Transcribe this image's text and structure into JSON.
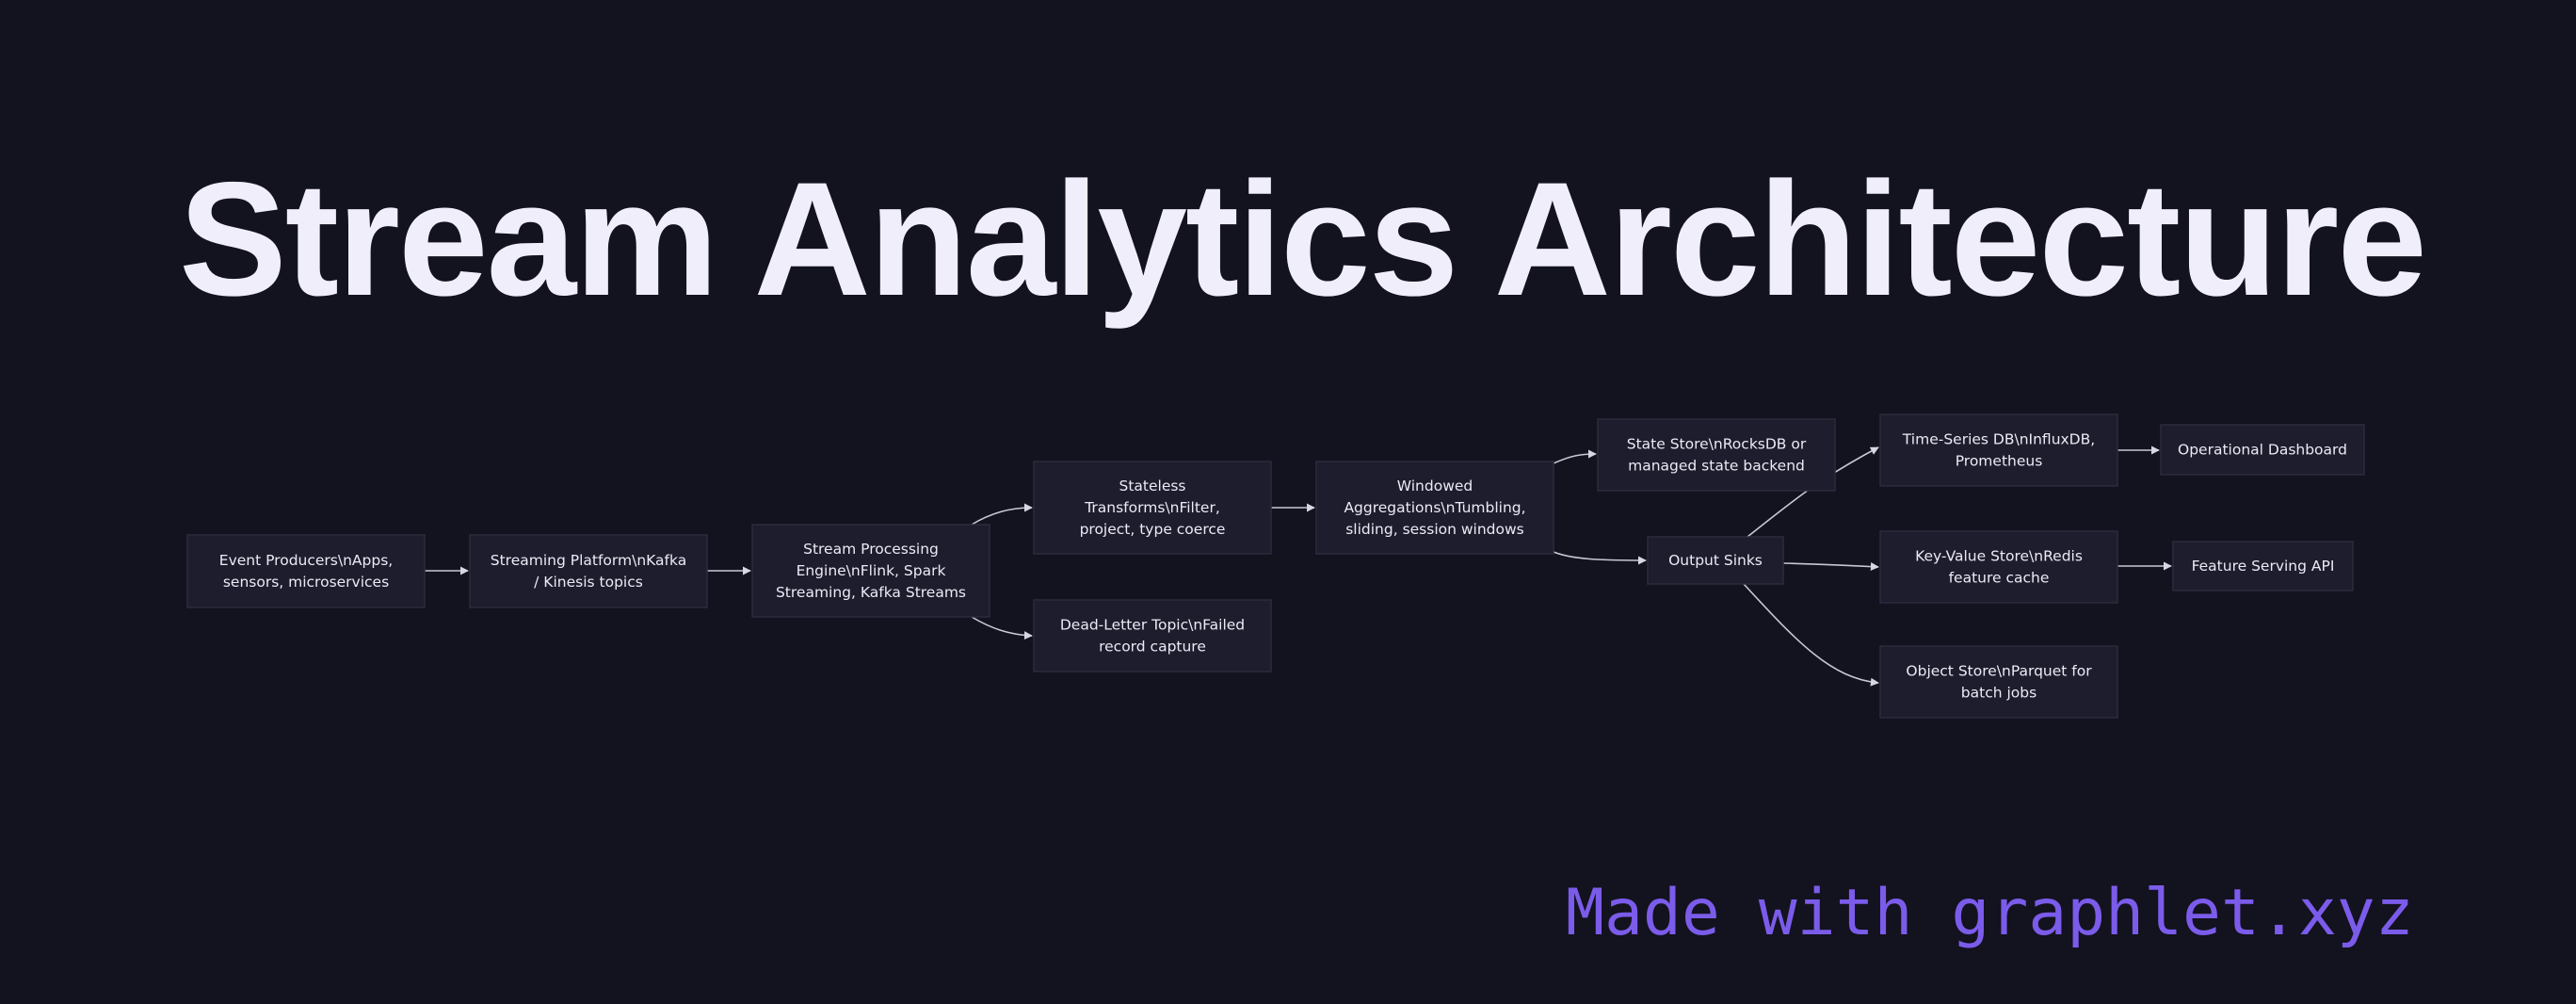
{
  "title": "Stream Analytics Architecture",
  "watermark": "Made with graphlet.xyz",
  "colors": {
    "background": "#13121f",
    "node_fill": "#1e1d2d",
    "node_border": "#2c2b3d",
    "node_text": "#eceaf5",
    "edge": "#c9c7d6",
    "title": "#f1eefb",
    "watermark": "#7b5cea"
  },
  "nodes": [
    {
      "id": "producers",
      "lines": [
        "Event Producers\\nApps,",
        "sensors, microservices"
      ]
    },
    {
      "id": "platform",
      "lines": [
        "Streaming Platform\\nKafka",
        "/ Kinesis topics"
      ]
    },
    {
      "id": "engine",
      "lines": [
        "Stream Processing",
        "Engine\\nFlink, Spark",
        "Streaming, Kafka Streams"
      ]
    },
    {
      "id": "stateless",
      "lines": [
        "Stateless",
        "Transforms\\nFilter,",
        "project, type coerce"
      ]
    },
    {
      "id": "deadletter",
      "lines": [
        "Dead-Letter Topic\\nFailed",
        "record capture"
      ]
    },
    {
      "id": "windowed",
      "lines": [
        "Windowed",
        "Aggregations\\nTumbling,",
        "sliding, session windows"
      ]
    },
    {
      "id": "statestore",
      "lines": [
        "State Store\\nRocksDB or",
        "managed state backend"
      ]
    },
    {
      "id": "sinks",
      "lines": [
        "Output Sinks"
      ]
    },
    {
      "id": "tsdb",
      "lines": [
        "Time-Series DB\\nInfluxDB,",
        "Prometheus"
      ]
    },
    {
      "id": "kvstore",
      "lines": [
        "Key-Value Store\\nRedis",
        "feature cache"
      ]
    },
    {
      "id": "objstore",
      "lines": [
        "Object Store\\nParquet for",
        "batch jobs"
      ]
    },
    {
      "id": "dashboard",
      "lines": [
        "Operational Dashboard"
      ]
    },
    {
      "id": "featureapi",
      "lines": [
        "Feature Serving API"
      ]
    }
  ],
  "edges": [
    {
      "from": "producers",
      "to": "platform"
    },
    {
      "from": "platform",
      "to": "engine"
    },
    {
      "from": "engine",
      "to": "stateless"
    },
    {
      "from": "engine",
      "to": "deadletter"
    },
    {
      "from": "stateless",
      "to": "windowed"
    },
    {
      "from": "windowed",
      "to": "statestore"
    },
    {
      "from": "windowed",
      "to": "sinks"
    },
    {
      "from": "sinks",
      "to": "tsdb"
    },
    {
      "from": "sinks",
      "to": "kvstore"
    },
    {
      "from": "sinks",
      "to": "objstore"
    },
    {
      "from": "tsdb",
      "to": "dashboard"
    },
    {
      "from": "kvstore",
      "to": "featureapi"
    }
  ]
}
